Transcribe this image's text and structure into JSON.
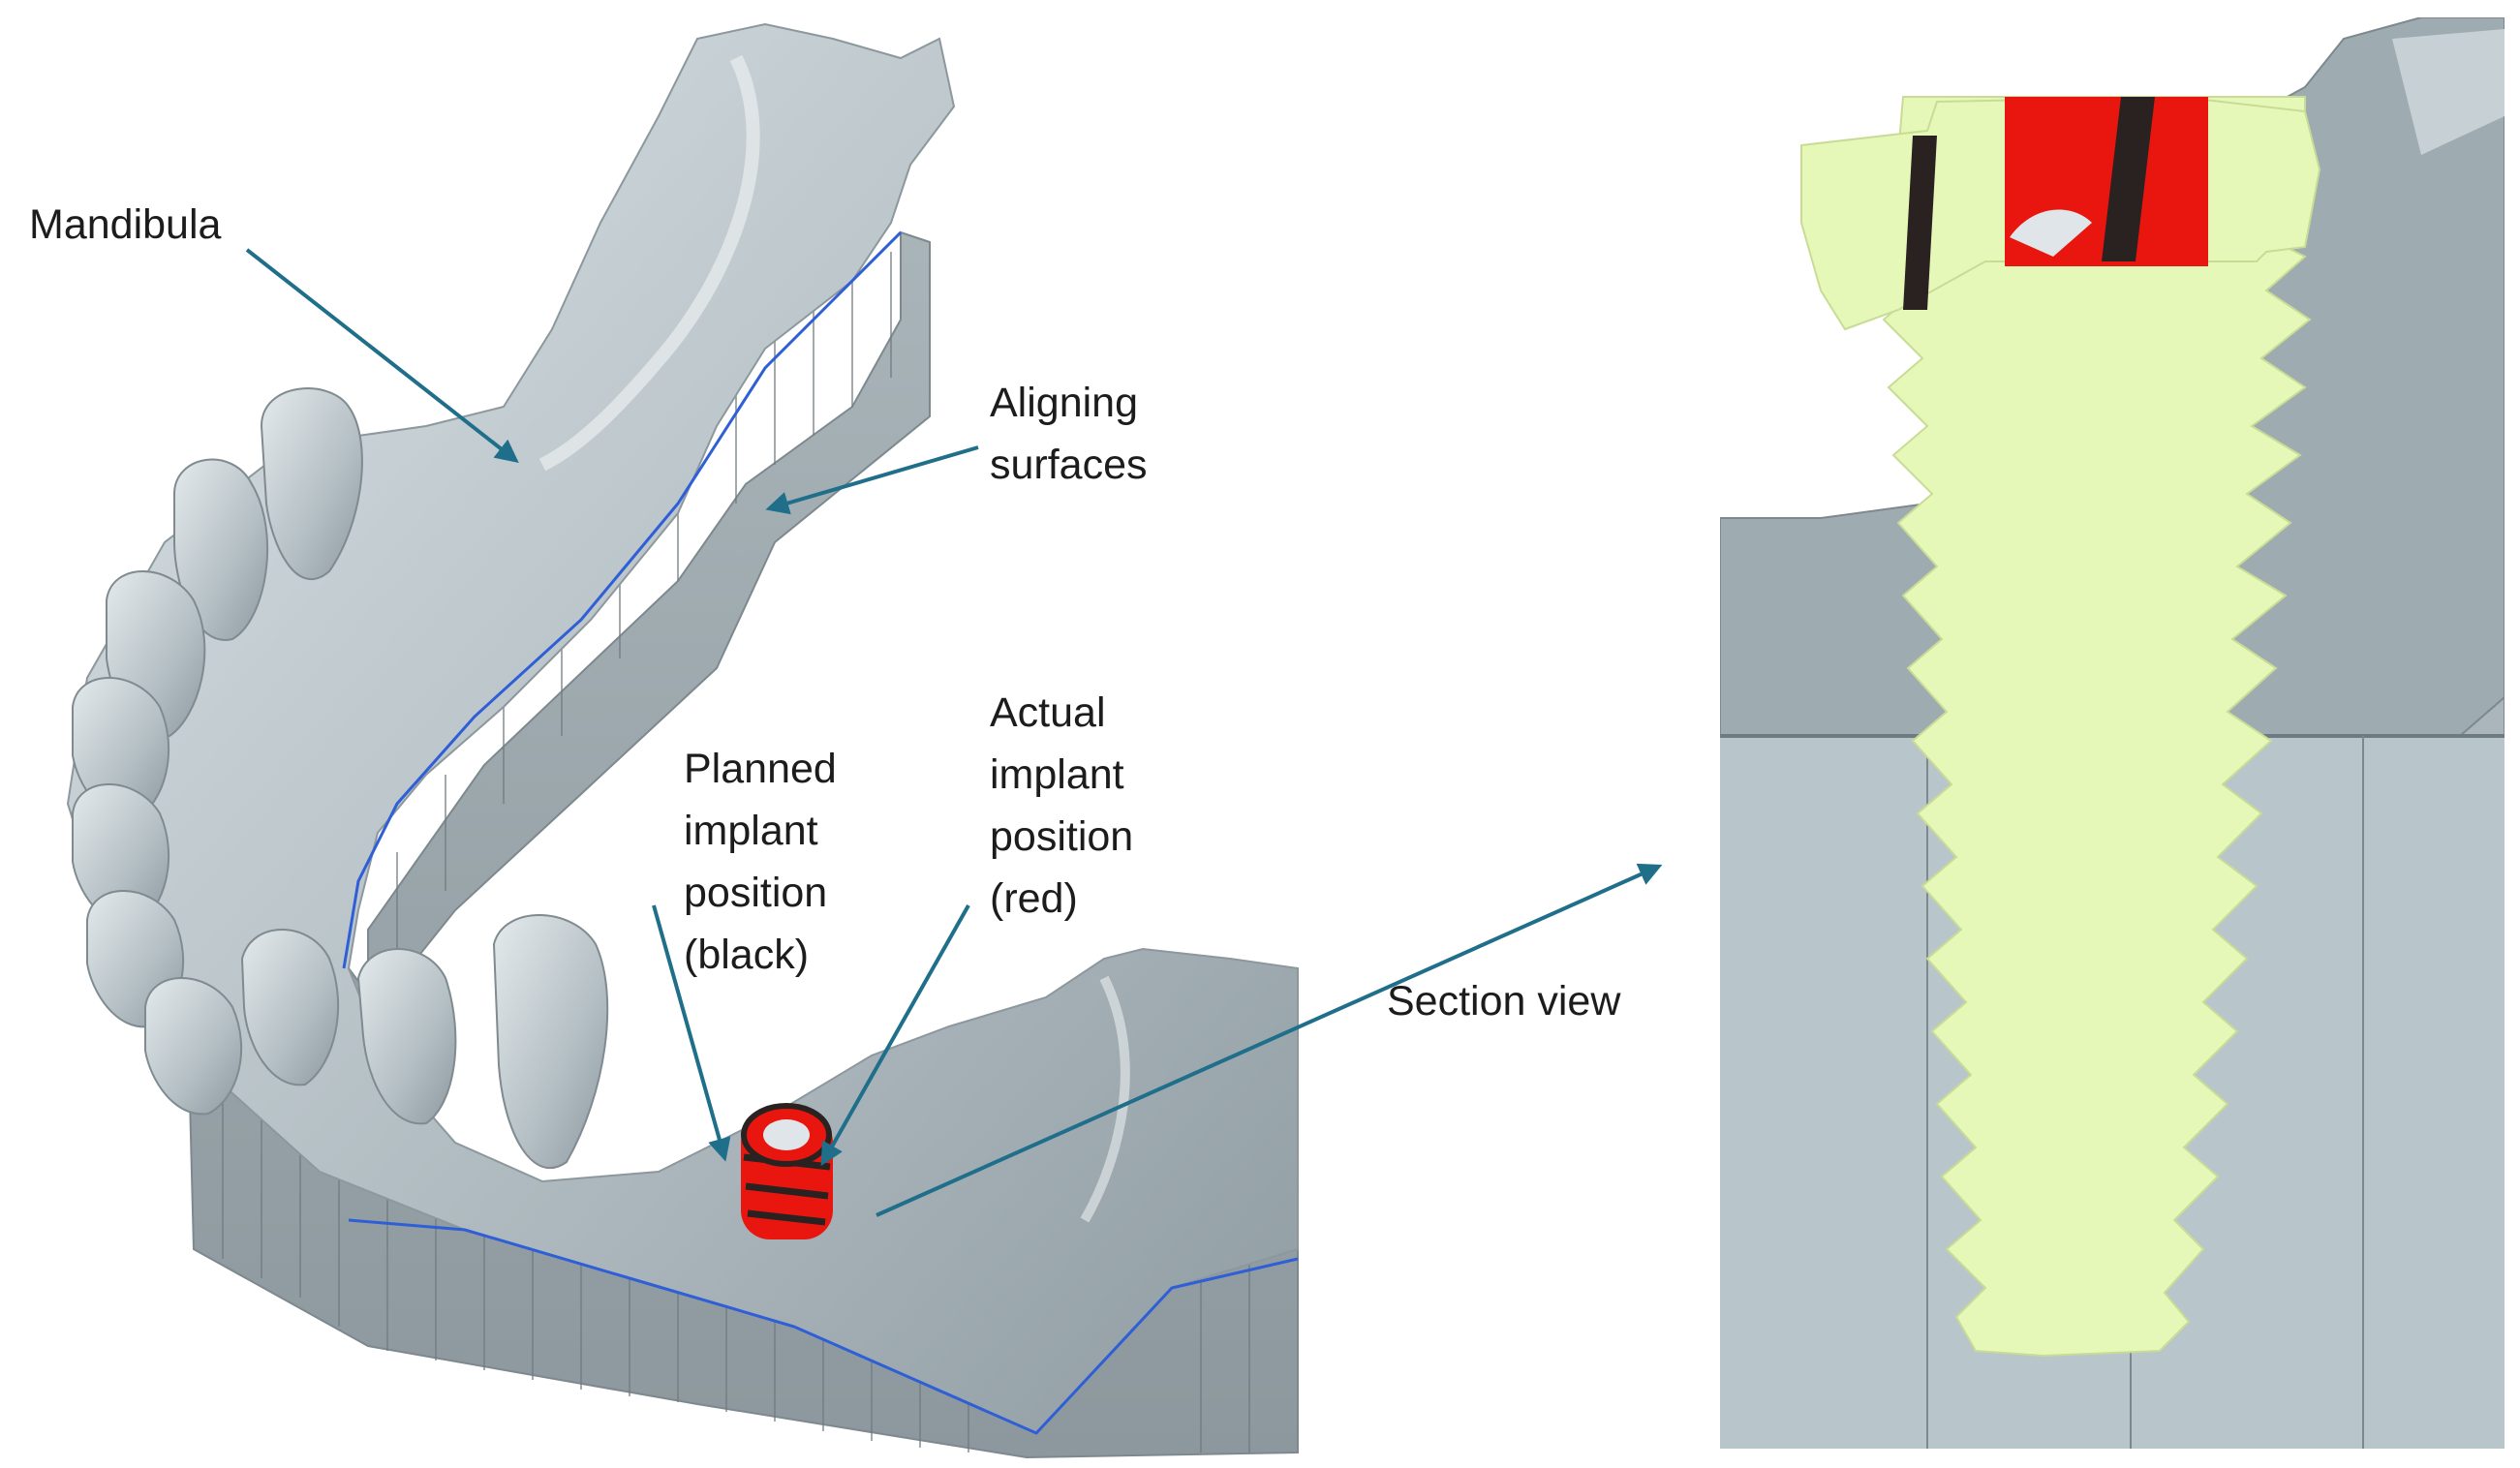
{
  "labels": {
    "mandibula": "Mandibula",
    "aligning": "Aligning\nsurfaces",
    "planned": "Planned\nimplant\nposition\n(black)",
    "actual": "Actual\nimplant\nposition\n(red)",
    "section": "Section view"
  },
  "colors": {
    "bone": "#b3bec3",
    "bone_shadow": "#8e9ca2",
    "bone_light": "#dfe5e8",
    "base_wall": "#9aa6ab",
    "outline_blue": "#2f5fd6",
    "arrow": "#1f6f8b",
    "implant_red": "#e8160f",
    "implant_black": "#2a2220",
    "thread_green": "#e6f8b8",
    "section_bg": "#b8c6cb"
  }
}
